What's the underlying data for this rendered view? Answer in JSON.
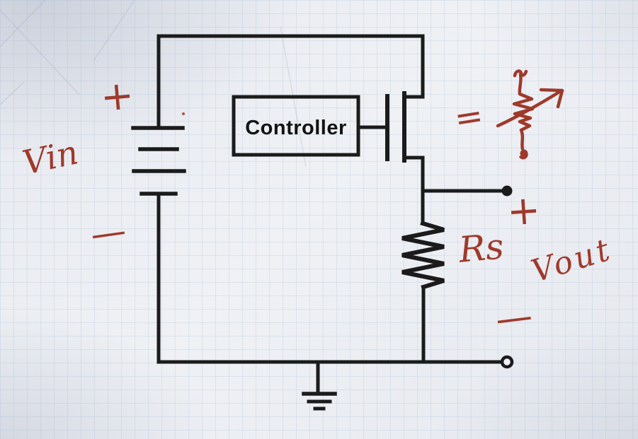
{
  "scene": {
    "description": "Hand-drawn regulator circuit sketch on graph paper",
    "colors": {
      "ink": "#1b1b1b",
      "marker_red": "#9e3a2b",
      "paper": "#edeff3",
      "grid_line": "#c7d2e0"
    }
  },
  "labels": {
    "controller": "Controller",
    "vin": "Vin",
    "vin_plus": "+",
    "vin_minus": "—",
    "equals": "=",
    "rs": "Rs",
    "vout": "Vout",
    "vout_plus": "+",
    "vout_minus": "—"
  },
  "components": [
    "battery-source-symbol",
    "controller-box",
    "mosfet-pass-transistor-symbol",
    "resistor-rs-symbol",
    "ground-symbol",
    "output-node-dot",
    "output-open-terminal",
    "variable-resistor-sketch"
  ]
}
